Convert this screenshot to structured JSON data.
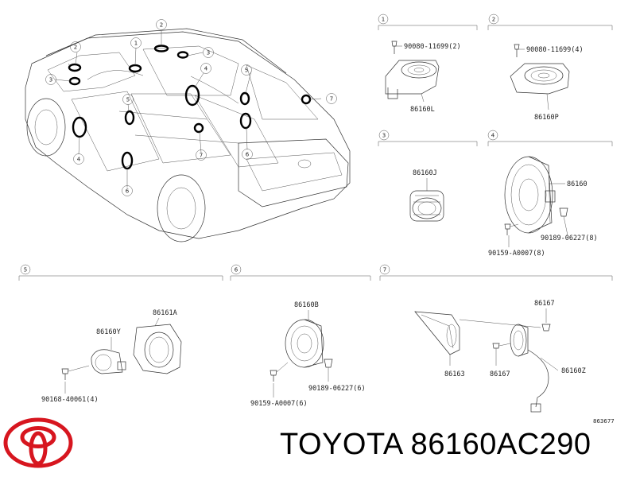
{
  "brand": {
    "text": "TOYOTA 86160AC290",
    "logo_color": "#d7161f"
  },
  "figure_id": "863677",
  "sections": [
    "1",
    "2",
    "3",
    "4",
    "5",
    "6",
    "7"
  ],
  "callouts": [
    "2",
    "1",
    "2",
    "3",
    "3",
    "4",
    "5",
    "5",
    "7",
    "7",
    "6",
    "6",
    "4",
    "6"
  ],
  "labels": {
    "s1_screw": "90080-11699(2)",
    "s1_part": "86160L",
    "s2_screw": "90080-11699(4)",
    "s2_part": "86160P",
    "s3_part": "86160J",
    "s4_part": "86160",
    "s4_clip": "90189-06227(8)",
    "s4_screw": "90159-A0007(8)",
    "s5_bracket": "86161A",
    "s5_part": "86160Y",
    "s5_screw": "90168-40061(4)",
    "s6_part": "86160B",
    "s6_screw": "90159-A0007(6)",
    "s6_clip": "90189-06227(6)",
    "s7_top": "86167",
    "s7_mid": "86167",
    "s7_left": "86163",
    "s7_right": "86160Z"
  }
}
